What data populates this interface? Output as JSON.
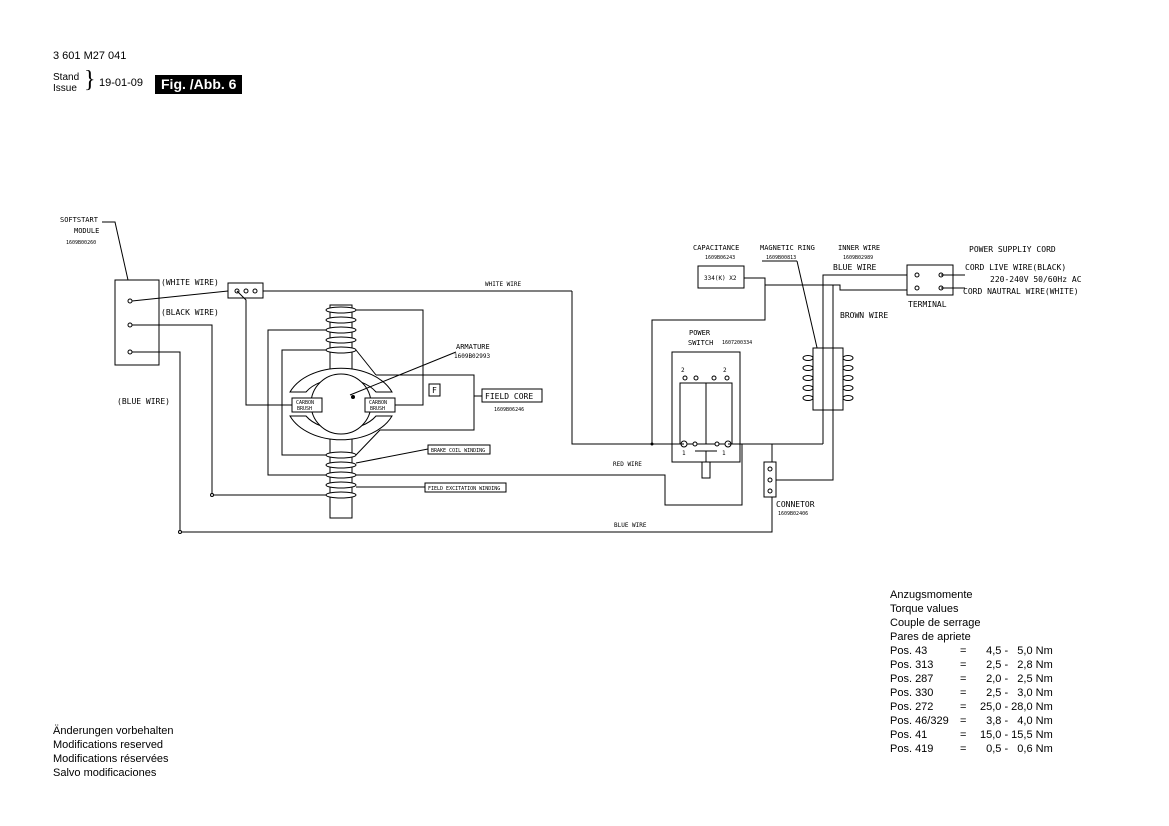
{
  "header": {
    "part_number": "3 601 M27 041",
    "stand": "Stand",
    "issue": "Issue",
    "brace": "}",
    "date": "19-01-09",
    "figure": "Fig. /Abb. 6"
  },
  "diagram": {
    "softstart_title": "SOFTSTART",
    "softstart_module": "MODULE",
    "softstart_part": "1609B00260",
    "white_wire_paren": "(WHITE WIRE)",
    "black_wire_paren": "(BLACK WIRE)",
    "blue_wire_paren": "(BLUE WIRE)",
    "white_wire": "WHITE WIRE",
    "armature": "ARMATURE",
    "armature_part": "1609B02993",
    "field_core": "FIELD CORE",
    "field_core_part": "1609B06246",
    "f_mark": "F",
    "carbon_brush_1a": "CARBON",
    "carbon_brush_1b": "BRUSH",
    "carbon_brush_2a": "CARBON",
    "carbon_brush_2b": "BRUSH",
    "brake_coil": "BRAKE COIL WINDING",
    "field_excitation": "FIELD EXCITATION WINDING",
    "red_wire": "RED WIRE",
    "blue_wire_bottom": "BLUE WIRE",
    "capacitance": "CAPACITANCE",
    "capacitance_part": "1609B06243",
    "cap_value": "334(K) X2",
    "magnetic_ring": "MAGNETIC RING",
    "magnetic_ring_part": "1609B00813",
    "inner_wire": "INNER WIRE",
    "inner_wire_part": "1609B02989",
    "blue_wire_top": "BLUE WIRE",
    "power_switch_1": "POWER",
    "power_switch_2": "SWITCH",
    "power_switch_part": "1607200334",
    "sw_2a": "2",
    "sw_2b": "2",
    "sw_1a": "1",
    "sw_1b": "1",
    "power_supply_cord": "POWER SUPPLIY CORD",
    "cord_live": "CORD LIVE WIRE(BLACK)",
    "cord_voltage": "220-240V 50/60Hz AC",
    "cord_neutral": "CORD NAUTRAL WIRE(WHITE)",
    "terminal": "TERMINAL",
    "brown_wire": "BROWN WIRE",
    "connector": "CONNETOR",
    "connector_part": "1609B02406"
  },
  "notes": [
    "Änderungen vorbehalten",
    "Modifications reserved",
    "Modifications réservées",
    "Salvo modificaciones"
  ],
  "torque": {
    "titles": [
      "Anzugsmomente",
      "Torque values",
      "Couple de serrage",
      "Pares de apriete"
    ],
    "rows": [
      {
        "pos": "Pos.  43",
        "eq": "=",
        "val": "  4,5 -   5,0 Nm"
      },
      {
        "pos": "Pos. 313",
        "eq": "=",
        "val": "  2,5 -   2,8 Nm"
      },
      {
        "pos": "Pos. 287",
        "eq": "=",
        "val": "  2,0 -   2,5 Nm"
      },
      {
        "pos": "Pos. 330",
        "eq": "=",
        "val": "  2,5 -   3,0 Nm"
      },
      {
        "pos": "Pos. 272",
        "eq": "=",
        "val": "25,0 - 28,0 Nm"
      },
      {
        "pos": "Pos. 46/329",
        "eq": "=",
        "val": "  3,8 -   4,0 Nm"
      },
      {
        "pos": "Pos. 41",
        "eq": "=",
        "val": "15,0 - 15,5 Nm"
      },
      {
        "pos": "Pos. 419",
        "eq": "=",
        "val": "  0,5 -   0,6 Nm"
      }
    ]
  }
}
